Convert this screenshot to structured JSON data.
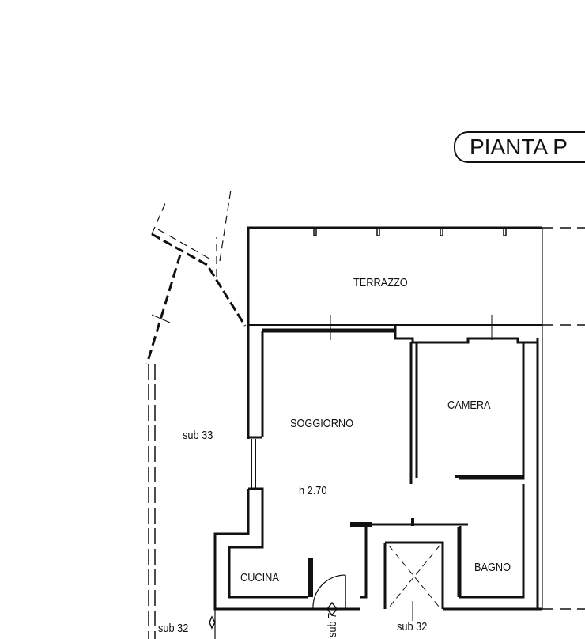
{
  "title": "PIANTA P",
  "rooms": {
    "terrazzo": "TERRAZZO",
    "soggiorno": "SOGGIORNO",
    "camera": "CAMERA",
    "cucina": "CUCINA",
    "bagno": "BAGNO",
    "height": "h  2.70"
  },
  "neighbors": {
    "left": "sub 33",
    "bottom_left": "sub 32",
    "bottom_door": "sub 7",
    "bottom_center": "sub 32"
  }
}
